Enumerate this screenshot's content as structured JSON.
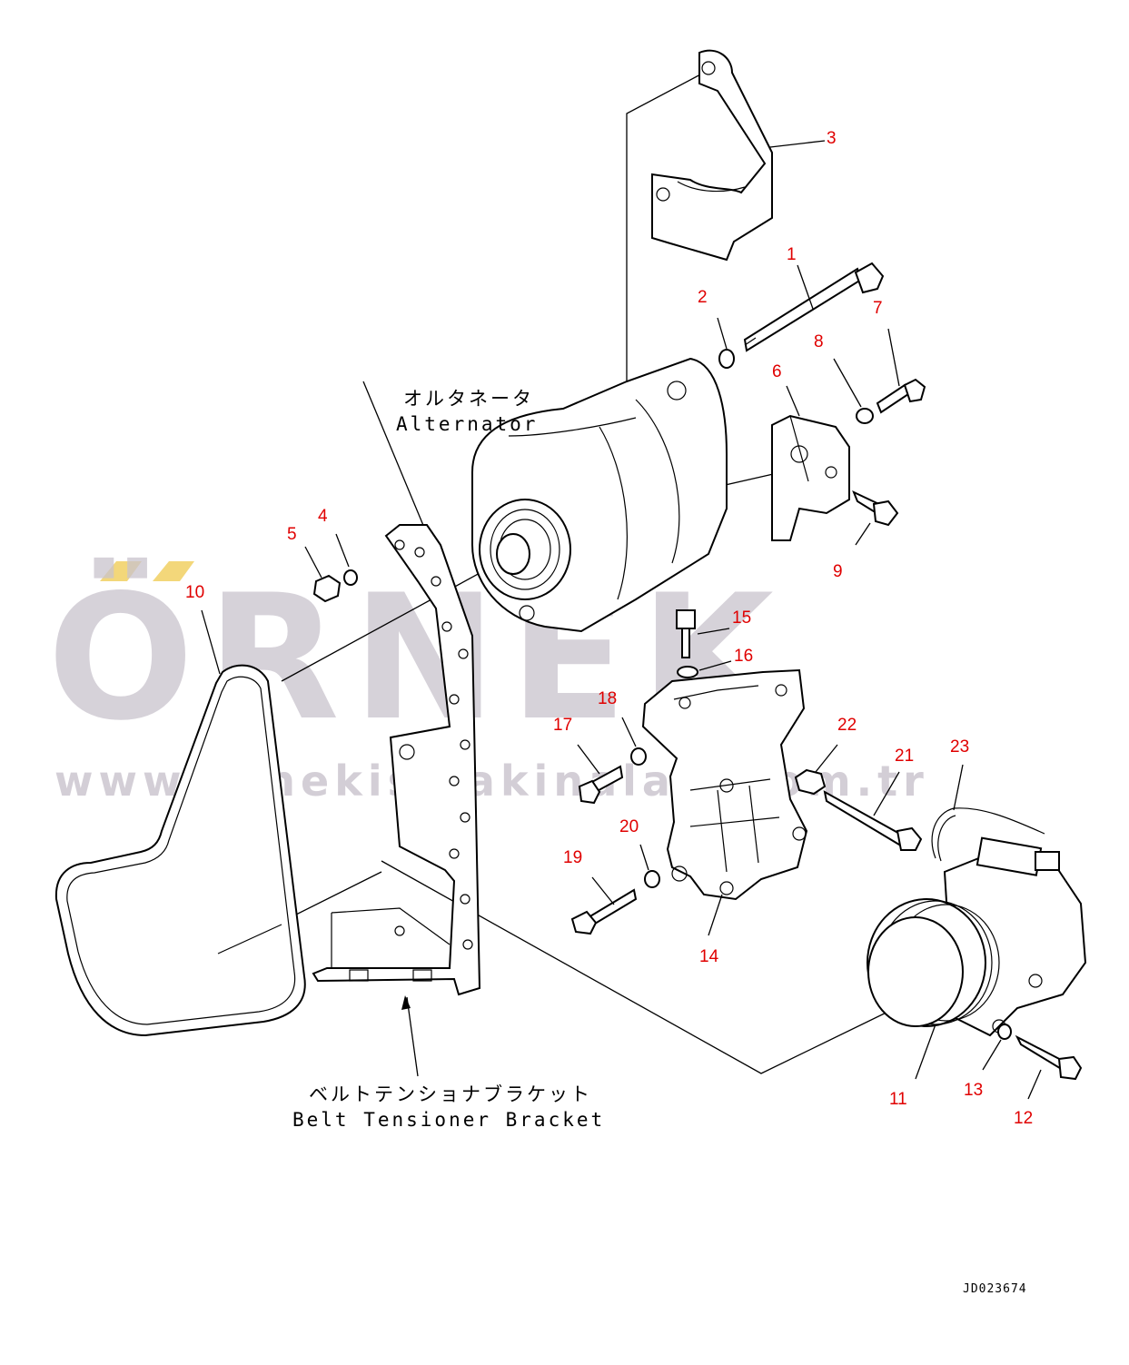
{
  "callouts": [
    {
      "id": "1",
      "label": "1"
    },
    {
      "id": "2",
      "label": "2"
    },
    {
      "id": "3",
      "label": "3"
    },
    {
      "id": "4",
      "label": "4"
    },
    {
      "id": "5",
      "label": "5"
    },
    {
      "id": "6",
      "label": "6"
    },
    {
      "id": "7",
      "label": "7"
    },
    {
      "id": "8",
      "label": "8"
    },
    {
      "id": "9",
      "label": "9"
    },
    {
      "id": "10",
      "label": "10"
    },
    {
      "id": "11",
      "label": "11"
    },
    {
      "id": "12",
      "label": "12"
    },
    {
      "id": "13",
      "label": "13"
    },
    {
      "id": "14",
      "label": "14"
    },
    {
      "id": "15",
      "label": "15"
    },
    {
      "id": "16",
      "label": "16"
    },
    {
      "id": "17",
      "label": "17"
    },
    {
      "id": "18",
      "label": "18"
    },
    {
      "id": "19",
      "label": "19"
    },
    {
      "id": "20",
      "label": "20"
    },
    {
      "id": "21",
      "label": "21"
    },
    {
      "id": "22",
      "label": "22"
    },
    {
      "id": "23",
      "label": "23"
    }
  ],
  "labels": {
    "alternator_jp": "オルタネータ",
    "alternator_en": "Alternator",
    "tensioner_jp": "ベルトテンショナブラケット",
    "tensioner_en": "Belt Tensioner Bracket"
  },
  "drawing_code": "JD023674",
  "watermark": {
    "brand": "ÖRNEK",
    "url": "www.ornekismakinalari.com.tr"
  },
  "colors": {
    "callout": "#e00000",
    "line": "#000000",
    "watermark": "#c9c3cd",
    "watermark_accent": "#f3d77a"
  }
}
